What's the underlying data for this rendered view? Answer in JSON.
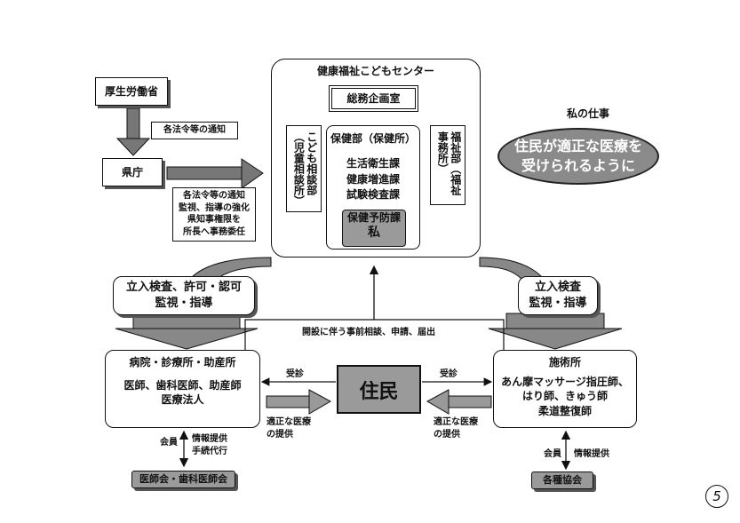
{
  "mhlw": "厚生労働省",
  "notice_label": "各法令等の通知",
  "prefecture": "県庁",
  "pref_notes": [
    "各法令等の通知",
    "監視、指導の強化",
    "県知事権限を",
    "所長へ事務委任"
  ],
  "center_title": "健康福祉こどもセンター",
  "general_planning": "総務企画室",
  "child_consult": "こども相談部（児童相談所）",
  "welfare_office": "福祉部（福祉事務所）",
  "health_dept": "保健部（保健所）",
  "health_sections": [
    "生活衛生課",
    "健康増進課",
    "試験検査課"
  ],
  "prevention_section": "保健予防課",
  "me_label": "私",
  "my_job_label": "私の仕事",
  "my_job_text": [
    "住民が適正な医療を",
    "受けられるように"
  ],
  "left_banner": [
    "立入検査、許可・認可",
    "監視・指導"
  ],
  "right_banner": [
    "立入検査",
    "監視・指導"
  ],
  "prior_consult": "開設に伴う事前相談、申請、届出",
  "hospital_title": "病院・診療所・助産所",
  "hospital_body": [
    "医師、歯科医師、助産師",
    "医療法人"
  ],
  "practice_title": "施術所",
  "practice_body": [
    "あん摩マッサージ指圧師、",
    "はり師、きゅう師",
    "柔道整復師"
  ],
  "residents": "住民",
  "consult_left": "受診",
  "consult_right": "受診",
  "proper_care_left": [
    "適正な医療",
    "の提供"
  ],
  "proper_care_right": [
    "適正な医療",
    "の提供"
  ],
  "member_left": "会員",
  "info_left": [
    "情報提供",
    "手続代行"
  ],
  "member_right": "会員",
  "info_right": "情報提供",
  "medical_assoc": "医師会・歯科医師会",
  "various_assoc": "各種協会",
  "page_number": "5"
}
